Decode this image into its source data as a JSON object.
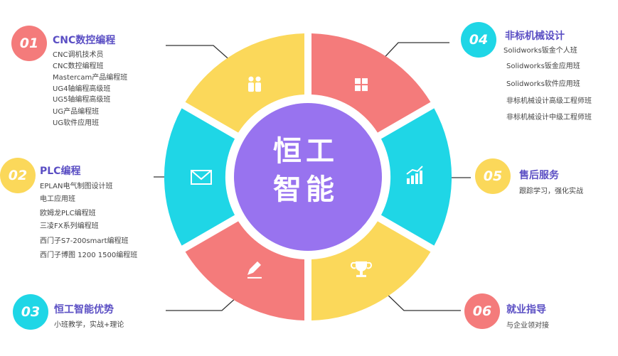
{
  "center": {
    "line1": "恒工",
    "line2": "智能"
  },
  "colors": {
    "red": "#f47b7b",
    "cyan": "#1fd6e6",
    "yellow": "#fbd85a",
    "purple": "#9873ef",
    "title": "#5b4fc4"
  },
  "segments": [
    {
      "icon": "grid-icon",
      "color": "#f47b7b"
    },
    {
      "icon": "bar-chart-icon",
      "color": "#1fd6e6"
    },
    {
      "icon": "trophy-icon",
      "color": "#fbd85a"
    },
    {
      "icon": "pencil-icon",
      "color": "#f47b7b"
    },
    {
      "icon": "envelope-icon",
      "color": "#1fd6e6"
    },
    {
      "icon": "people-icon",
      "color": "#fbd85a"
    }
  ],
  "sections": [
    {
      "num": "01",
      "title": "CNC数控编程",
      "items": [
        "CNC调机技术员",
        "CNC数控编程班",
        "Mastercam产品编程班",
        "UG4轴编程高级班",
        "UG5轴编程高级班",
        "UG产品编程班",
        "UG软件应用班"
      ]
    },
    {
      "num": "02",
      "title": "PLC编程",
      "items": [
        "EPLAN电气制图设计班",
        "电工应用班",
        "欧姆龙PLC编程班",
        "三凌FX系列编程班",
        "西门子S7-200smart编程班",
        "西门子博图 1200 1500编程班"
      ]
    },
    {
      "num": "03",
      "title": "恒工智能优势",
      "items": [
        "小班教学，实战+理论"
      ]
    },
    {
      "num": "04",
      "title": "非标机械设计",
      "items": [
        "Solidworks钣金个人班",
        "Solidworks钣金应用班",
        "Solidworks软件应用班",
        "非标机械设计高级工程师班",
        "非标机械设计中级工程师班"
      ]
    },
    {
      "num": "05",
      "title": "售后服务",
      "items": [
        "跟踪学习，强化实战"
      ]
    },
    {
      "num": "06",
      "title": "就业指导",
      "items": [
        "与企业领对接"
      ]
    }
  ]
}
